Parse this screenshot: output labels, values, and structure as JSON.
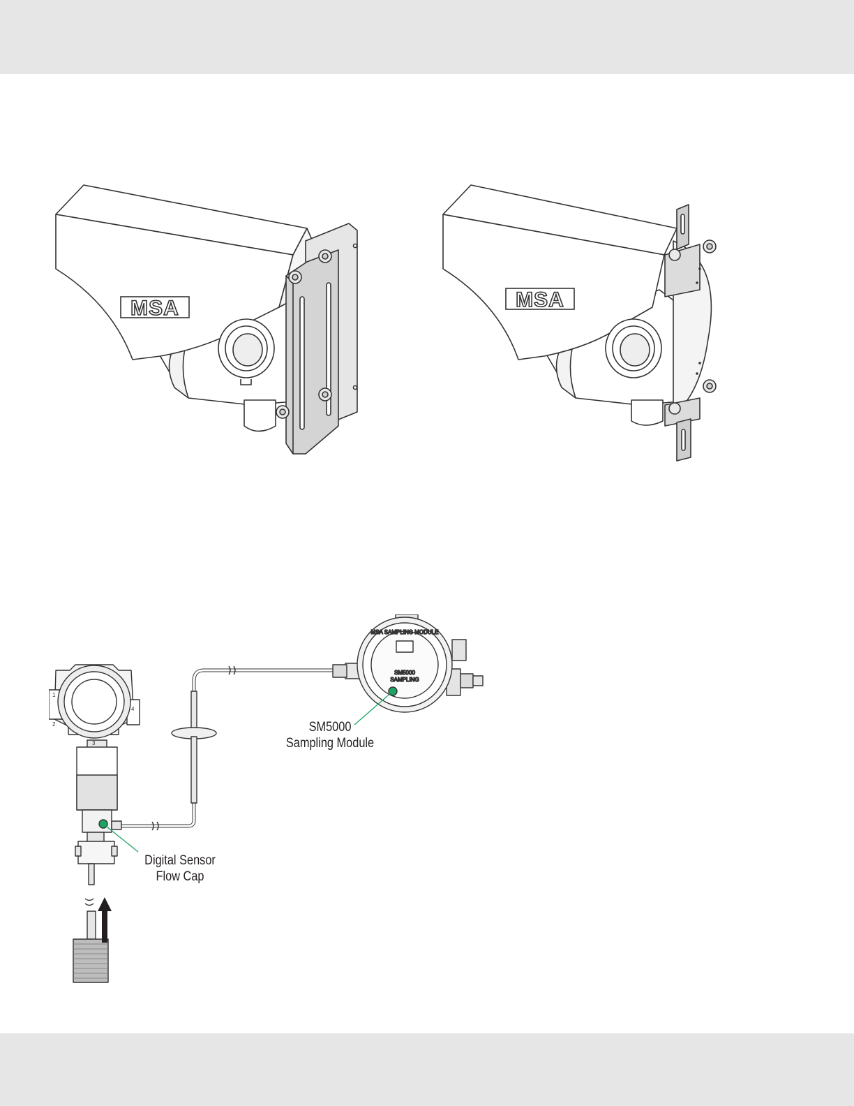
{
  "header": {
    "bg": "#e6e6e6"
  },
  "footer": {
    "bg": "#e6e6e6"
  },
  "figures": {
    "left_mount": {
      "logo": "MSA"
    },
    "right_mount": {
      "logo": "MSA"
    },
    "sampling": {
      "module_label": "SM5000\nSampling Module",
      "flowcap_label": "Digital Sensor\nFlow Cap",
      "accent": "#1ea462",
      "side_labels": [
        "1",
        "2",
        "3",
        "4"
      ]
    }
  }
}
